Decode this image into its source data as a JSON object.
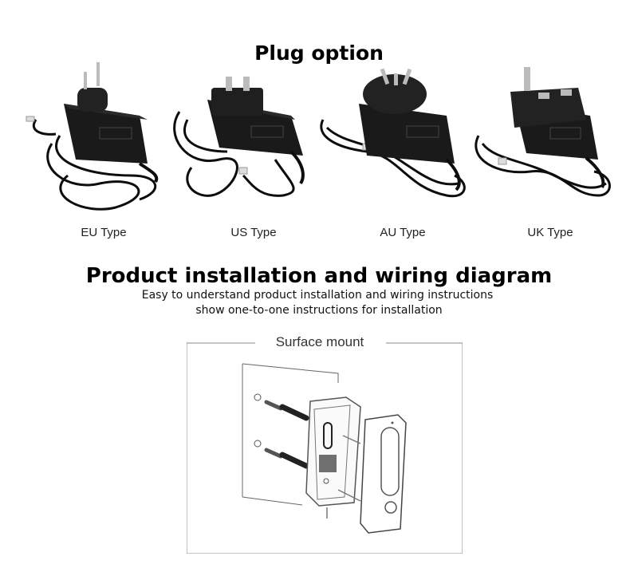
{
  "plug_section": {
    "title": "Plug option",
    "adapters": [
      {
        "label": "EU Type",
        "icon": "eu-plug-adapter-icon"
      },
      {
        "label": "US Type",
        "icon": "us-plug-adapter-icon"
      },
      {
        "label": "AU Type",
        "icon": "au-plug-adapter-icon"
      },
      {
        "label": "UK Type",
        "icon": "uk-plug-adapter-icon"
      }
    ]
  },
  "install_section": {
    "title": "Product installation and wiring diagram",
    "subtitle_line1": "Easy to understand product installation and wiring instructions",
    "subtitle_line2": "show one-to-one instructions for installation",
    "diagram_label": "Surface mount"
  },
  "colors": {
    "adapter_body": "#1a1a1a",
    "cable": "#0d0d0d",
    "line_art": "#555555"
  }
}
